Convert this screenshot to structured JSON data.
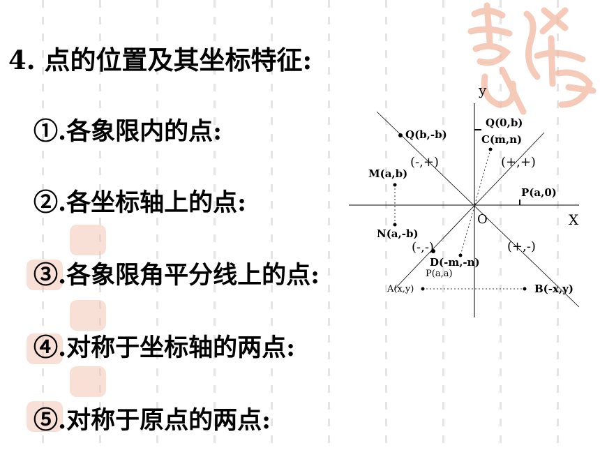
{
  "title": "4. 点的位置及其坐标特征:",
  "items": [
    "①.各象限内的点:",
    "②.各坐标轴上的点:",
    "③.各象限角平分线上的点:",
    "④.对称于坐标轴的两点:",
    "⑤.对称于原点的两点:"
  ],
  "diagram": {
    "axis_x": "X",
    "axis_y": "y",
    "origin": "O",
    "quadrants": {
      "q1": "(+,+)",
      "q2": "(-,+)",
      "q3": "(-,-)",
      "q4": "(+,-)"
    },
    "points": {
      "q": "Q(b,-b)",
      "q0": "Q(0,b)",
      "c": "C(m,n)",
      "m": "M(a,b)",
      "p0": "P(a,0)",
      "n": "N(a,-b)",
      "d": "D(-m,-n)",
      "paa": "P(a,a)",
      "a": "A(x,y)",
      "b": "B(-x,y)"
    }
  },
  "colors": {
    "text": "#000000",
    "decoration": "#f2b9a2",
    "rule": "#e4e4e4"
  },
  "icons": [
    "decorative-seal-icon"
  ]
}
